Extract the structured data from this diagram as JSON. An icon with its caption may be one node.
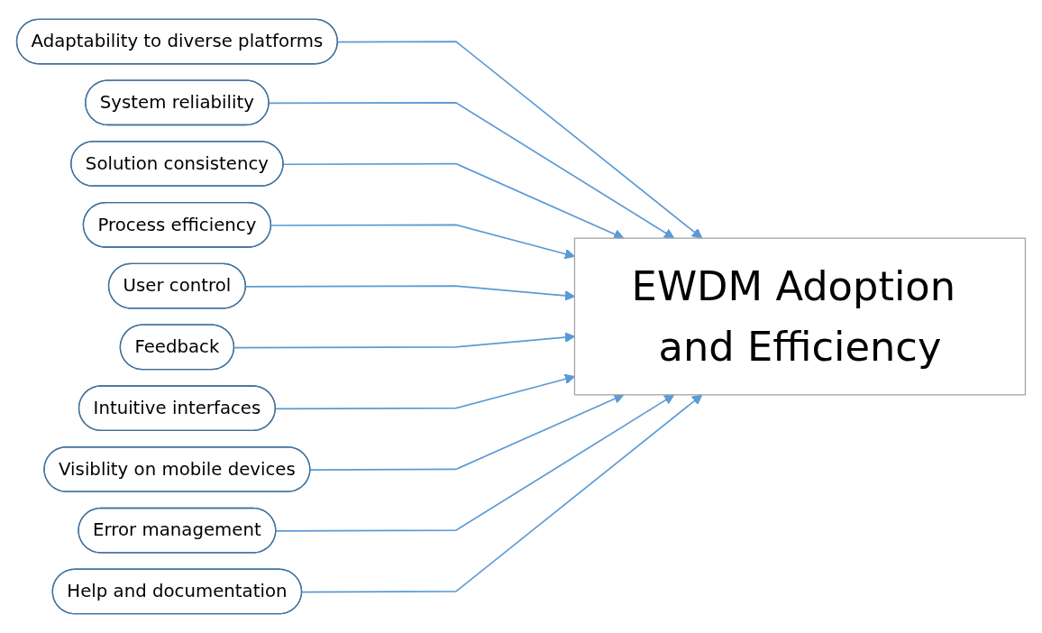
{
  "diagram": {
    "nodes": [
      {
        "text": [
          "Adaptability to diverse platforms"
        ]
      },
      {
        "text": [
          "System reliability"
        ]
      },
      {
        "text": [
          "Solution consistency"
        ]
      },
      {
        "text": [
          "Process efficiency"
        ]
      },
      {
        "text": [
          "User control"
        ]
      },
      {
        "text": [
          "Feedback"
        ]
      },
      {
        "text": [
          "Intuitive interfaces"
        ]
      },
      {
        "text": [
          "Visiblity on mobile devices"
        ]
      },
      {
        "text": [
          "Error management"
        ]
      },
      {
        "text": [
          "Help and documentation"
        ]
      },
      {
        "text": [
          "EWDM Adoption and Efficiency"
        ]
      }
    ],
    "edges": [
      {
        "from": 0,
        "to": 10,
        "arrow": "to"
      },
      {
        "from": 1,
        "to": 10,
        "arrow": "to"
      },
      {
        "from": 2,
        "to": 10,
        "arrow": "to"
      },
      {
        "from": 3,
        "to": 10,
        "arrow": "to"
      },
      {
        "from": 4,
        "to": 10,
        "arrow": "to"
      },
      {
        "from": 5,
        "to": 10,
        "arrow": "to"
      },
      {
        "from": 6,
        "to": 10,
        "arrow": "to"
      },
      {
        "from": 7,
        "to": 10,
        "arrow": "to"
      },
      {
        "from": 8,
        "to": 10,
        "arrow": "to"
      },
      {
        "from": 9,
        "to": 10,
        "arrow": "to"
      }
    ]
  }
}
